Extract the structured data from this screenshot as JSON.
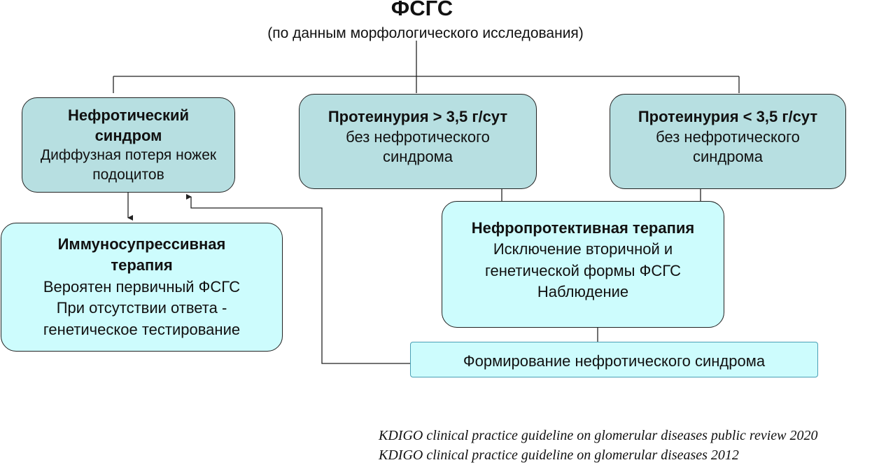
{
  "title": "ФСГС",
  "subtitle": "(по данным морфологического исследования)",
  "nodes": {
    "nephrotic": {
      "title_lines": [
        "Нефротический",
        "синдром"
      ],
      "text_lines": [
        "Диффузная потеря ножек",
        "подоцитов"
      ]
    },
    "proteinuria_high": {
      "title": "Протеинурия > 3,5 г/сут",
      "text_lines": [
        "без нефротического",
        "синдрома"
      ]
    },
    "proteinuria_low": {
      "title": "Протеинурия < 3,5 г/сут",
      "text_lines": [
        "без нефротического",
        "синдрома"
      ]
    },
    "immuno": {
      "title_lines": [
        "Иммуносупрессивная",
        "терапия"
      ],
      "text_lines": [
        "Вероятен первичный ФСГС",
        "При отсутствии ответа -",
        "генетическое тестирование"
      ]
    },
    "nephroprotect": {
      "title": "Нефропротективная терапия",
      "text_lines": [
        "Исключение вторичной и",
        "генетической формы ФСГС",
        "Наблюдение"
      ]
    },
    "formation": {
      "text": "Формирование нефротического синдрома"
    }
  },
  "references": [
    "KDIGO clinical practice guideline on glomerular diseases public review 2020",
    "KDIGO clinical practice guideline on glomerular diseases 2012"
  ],
  "colors": {
    "top_box_fill": "#b7dfe1",
    "bottom_box_fill": "#cdfcfd",
    "line": "#222222"
  }
}
